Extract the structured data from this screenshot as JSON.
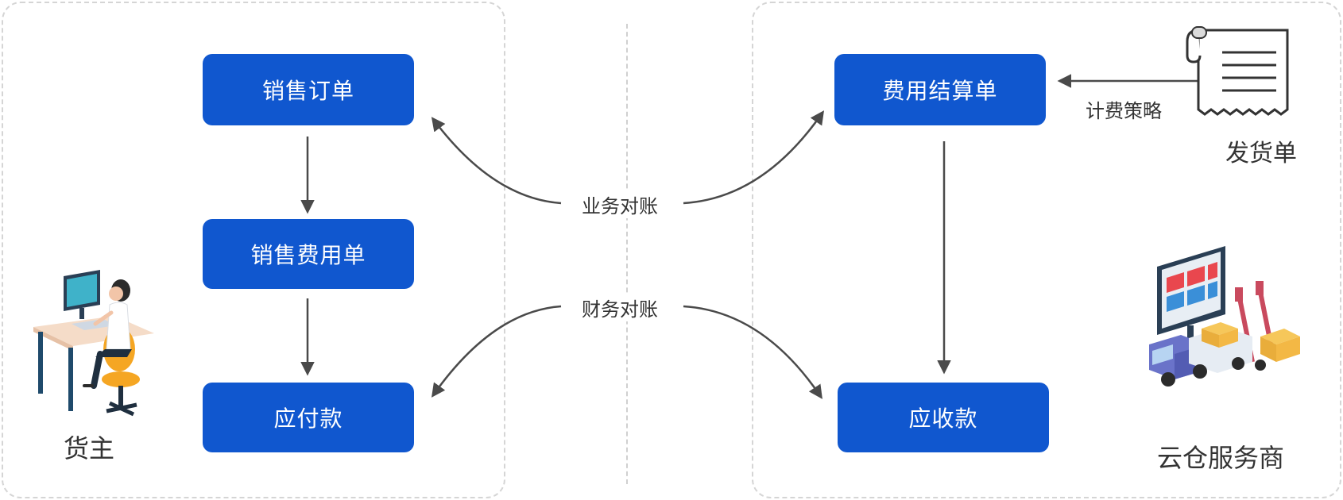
{
  "left": {
    "boxes": {
      "sales_order": "销售订单",
      "sales_expense": "销售费用单",
      "payable": "应付款"
    },
    "role_label": "货主"
  },
  "right": {
    "boxes": {
      "settlement": "费用结算单",
      "receivable": "应收款"
    },
    "billing_strategy": "计费策略",
    "delivery_note": "发货单",
    "role_label": "云仓服务商"
  },
  "center": {
    "business_reconcile": "业务对账",
    "finance_reconcile": "财务对账"
  },
  "colors": {
    "box": "#1057cf",
    "arrow": "#4a4a4a"
  }
}
